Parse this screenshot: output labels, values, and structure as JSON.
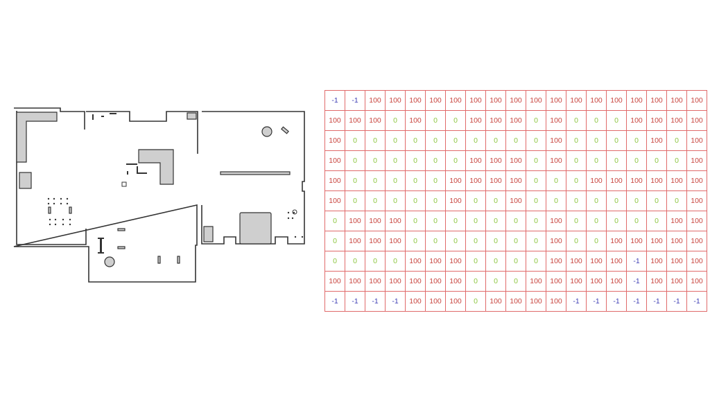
{
  "colors": {
    "occupied": "#c8453f",
    "free": "#8cc63f",
    "unknown": "#3c3cb4",
    "grid_line": "#e06a6a",
    "wall": "#333333",
    "obstacle_fill": "#cfcfcf"
  },
  "occupancy_grid": {
    "rows": [
      [
        "-1",
        "-1",
        "100",
        "100",
        "100",
        "100",
        "100",
        "100",
        "100",
        "100",
        "100",
        "100",
        "100",
        "100",
        "100",
        "100",
        "100",
        "100",
        "100"
      ],
      [
        "100",
        "100",
        "100",
        "0",
        "100",
        "0",
        "0",
        "100",
        "100",
        "100",
        "0",
        "100",
        "0",
        "0",
        "0",
        "100",
        "100",
        "100",
        "100"
      ],
      [
        "100",
        "0",
        "0",
        "0",
        "0",
        "0",
        "0",
        "0",
        "0",
        "0",
        "0",
        "100",
        "0",
        "0",
        "0",
        "0",
        "100",
        "0",
        "100"
      ],
      [
        "100",
        "0",
        "0",
        "0",
        "0",
        "0",
        "0",
        "100",
        "100",
        "100",
        "0",
        "100",
        "0",
        "0",
        "0",
        "0",
        "0",
        "0",
        "100"
      ],
      [
        "100",
        "0",
        "0",
        "0",
        "0",
        "0",
        "100",
        "100",
        "100",
        "100",
        "0",
        "0",
        "0",
        "100",
        "100",
        "100",
        "100",
        "100",
        "100"
      ],
      [
        "100",
        "0",
        "0",
        "0",
        "0",
        "0",
        "100",
        "0",
        "0",
        "100",
        "0",
        "0",
        "0",
        "0",
        "0",
        "0",
        "0",
        "0",
        "100"
      ],
      [
        "0",
        "100",
        "100",
        "100",
        "0",
        "0",
        "0",
        "0",
        "0",
        "0",
        "0",
        "100",
        "0",
        "0",
        "0",
        "0",
        "0",
        "100",
        "100"
      ],
      [
        "0",
        "100",
        "100",
        "100",
        "0",
        "0",
        "0",
        "0",
        "0",
        "0",
        "0",
        "100",
        "0",
        "0",
        "100",
        "100",
        "100",
        "100",
        "100"
      ],
      [
        "0",
        "0",
        "0",
        "0",
        "100",
        "100",
        "100",
        "0",
        "0",
        "0",
        "0",
        "100",
        "100",
        "100",
        "100",
        "-1",
        "100",
        "100",
        "100"
      ],
      [
        "100",
        "100",
        "100",
        "100",
        "100",
        "100",
        "100",
        "0",
        "0",
        "0",
        "100",
        "100",
        "100",
        "100",
        "100",
        "-1",
        "100",
        "100",
        "100"
      ],
      [
        "-1",
        "-1",
        "-1",
        "-1",
        "100",
        "100",
        "100",
        "0",
        "100",
        "100",
        "100",
        "100",
        "-1",
        "-1",
        "-1",
        "-1",
        "-1",
        "-1",
        "-1"
      ]
    ]
  }
}
